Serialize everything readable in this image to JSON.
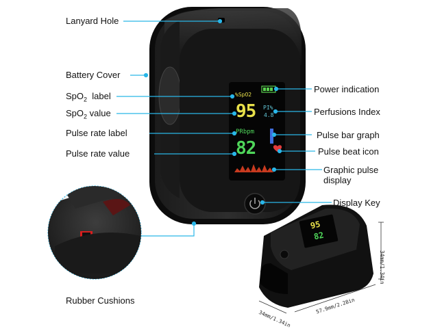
{
  "labels": {
    "lanyard_hole": "Lanyard Hole",
    "battery_cover": "Battery Cover",
    "spo2_label_prefix": "SpO",
    "spo2_label_sub": "2",
    "spo2_label_suffix": "  label",
    "spo2_value_prefix": "SpO",
    "spo2_value_sub": "2",
    "spo2_value_suffix": " value",
    "pulse_rate_label": "Pulse rate label",
    "pulse_rate_value": "Pulse rate value",
    "rubber_cushions": "Rubber Cushions",
    "power_indication": "Power indication",
    "perfusions_index": "Perfusions Index",
    "pulse_bar_graph": "Pulse bar graph",
    "pulse_beat_icon": "Pulse beat icon",
    "graphic_pulse_display_line1": "Graphic pulse",
    "graphic_pulse_display_line2": "display",
    "display_key": "Display Key"
  },
  "screen": {
    "spo2_unit": "%SpO2",
    "spo2": "95",
    "pi_label": "PI%",
    "pi_value": "4.8",
    "pr_unit": "PRbpm",
    "pr": "82"
  },
  "small_screen": {
    "spo2": "95",
    "pr": "82"
  },
  "dimensions": {
    "height": "34mm/1.34in",
    "length": "57.9mm/2.28in",
    "width": "34mm/1.34in"
  },
  "colors": {
    "leader_line": "#29b6e8",
    "spo2_yellow": "#e8e04a",
    "pr_green": "#4fd65a",
    "pi_cyan": "#63c7d8",
    "battery_green": "#5ad04f",
    "bar_blue": "#3f6fe0",
    "heart_red": "#e23b3b",
    "wave_red": "#c83a1f"
  },
  "icons": {
    "power_key": "power-icon",
    "battery": "battery-icon",
    "heart": "heart-icon"
  }
}
